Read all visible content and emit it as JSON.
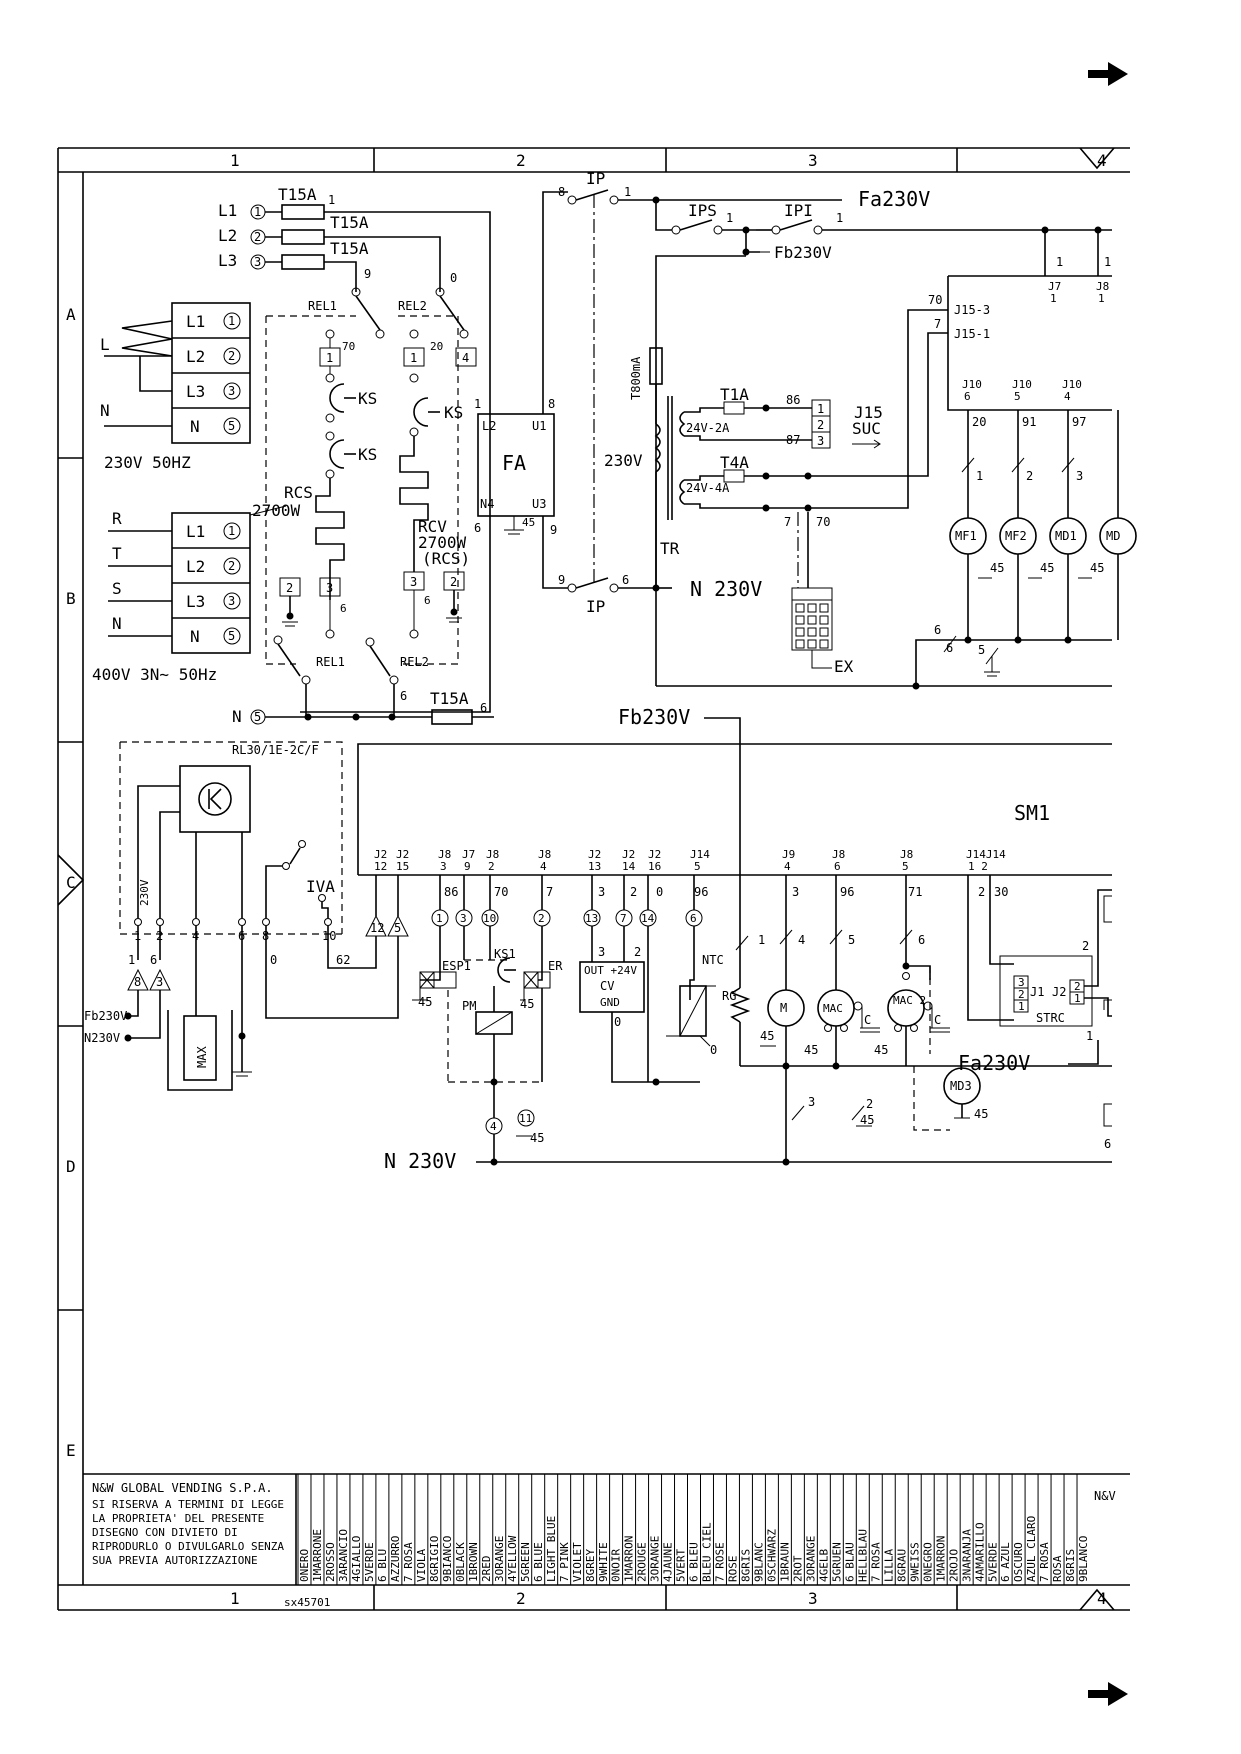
{
  "page": {
    "background": "#ffffff",
    "line_color": "#000000"
  },
  "nav": {
    "next_arrow_icon": "arrow-right-icon"
  },
  "grid": {
    "columns": [
      "1",
      "2",
      "3",
      "4"
    ],
    "rows": [
      "A",
      "B",
      "C",
      "D",
      "E"
    ]
  },
  "supply": {
    "fuse_main": [
      "T15A",
      "T15A",
      "T15A"
    ],
    "phase_labels": [
      "L1",
      "L2",
      "L3"
    ],
    "phase_numbers": [
      "1",
      "2",
      "3"
    ],
    "block230": {
      "left_l": "L",
      "left_n": "N",
      "terms": [
        "L1",
        "L2",
        "L3",
        "N"
      ],
      "nums": [
        "1",
        "2",
        "3",
        "5"
      ],
      "label": "230V 50HZ"
    },
    "block400": {
      "left": [
        "R",
        "T",
        "S",
        "N"
      ],
      "terms": [
        "L1",
        "L2",
        "L3",
        "N"
      ],
      "nums": [
        "1",
        "2",
        "3",
        "5"
      ],
      "label": "400V 3N∼ 50Hz"
    },
    "neutral_label": "N",
    "neutral_num": "5",
    "fuse_neutral": "T15A",
    "wire_nums": {
      "w1": "1",
      "w9": "9",
      "w0": "0",
      "w6a": "6",
      "w6b": "6"
    }
  },
  "relays": {
    "rel1": "REL1",
    "rel2": "REL2",
    "rel1_bottom": "REL1",
    "rel2_bottom": "REL2",
    "ks": "KS",
    "rcs": "RCS",
    "rcs_power": "2700W",
    "rcv": "RCV",
    "rcv_power": "2700W",
    "rcv_note": "(RCS)",
    "sq": [
      "1",
      "1",
      "4",
      "2",
      "3",
      "3",
      "2"
    ],
    "nums": {
      "n70": "70",
      "n20": "20",
      "n6a": "6",
      "n6b": "6",
      "n6c": "6"
    }
  },
  "fa": {
    "name": "FA",
    "l2": "L2",
    "u1": "U1",
    "n4": "N4",
    "u3": "U3",
    "n1": "1",
    "n8": "8",
    "n9": "9",
    "n45": "45"
  },
  "ip_switch": {
    "top": "IP",
    "bottom": "IP",
    "t8": "8",
    "t1": "1",
    "b9": "9",
    "b6": "6"
  },
  "ips_ipi": {
    "ips": "IPS",
    "ipi": "IPI",
    "n1a": "1",
    "n1b": "1",
    "fa230": "Fa230V",
    "fb230": "Fb230V"
  },
  "transformer": {
    "fuse_primary": "T800mA",
    "primary_v": "230V",
    "name": "TR",
    "sec1": "24V-2A",
    "sec2": "24V-4A",
    "fuse_s1": "T1A",
    "fuse_s2": "T4A",
    "n86": "86",
    "n87": "87",
    "n7": "7",
    "n70": "70",
    "j15_pins": [
      "1",
      "2",
      "3"
    ],
    "j15": "J15",
    "suc": "SUC",
    "ex": "EX",
    "n230": "N 230V"
  },
  "right_board": {
    "conn": [
      "J15-3",
      "J15-1"
    ],
    "n70": "70",
    "n7": "7",
    "j7": "J7",
    "j7n": "1",
    "j8": "J8",
    "j8n": "1",
    "t1a": "1",
    "t1b": "1",
    "j10": [
      {
        "j": "J10",
        "p": "6",
        "w": "20"
      },
      {
        "j": "J10",
        "p": "5",
        "w": "91"
      },
      {
        "j": "J10",
        "p": "4",
        "w": "97"
      }
    ],
    "slash": [
      "1",
      "2",
      "3"
    ],
    "motors": [
      "MF1",
      "MF2",
      "MD1",
      "MD"
    ],
    "g45": [
      "45",
      "45",
      "45"
    ],
    "n6a": "6",
    "n6b": "6",
    "n5": "5"
  },
  "lower": {
    "fb230": "Fb230V",
    "sm1": "SM1",
    "rl30": "RL30/1E-2C/F",
    "iva": "IVA",
    "rl_v": "230V",
    "rl_pins": [
      "1",
      "2",
      "4",
      "6",
      "8",
      "10"
    ],
    "rl_nums": {
      "n0": "0",
      "n62": "62",
      "n1": "1",
      "n6": "6"
    },
    "tri": [
      "8",
      "3",
      "12",
      "5"
    ],
    "fb_label": "Fb230V",
    "n_label": "N230V",
    "max": "MAX",
    "headers": [
      {
        "j": "J2",
        "p": "12"
      },
      {
        "j": "J2",
        "p": "15"
      },
      {
        "j": "J8",
        "p": "3"
      },
      {
        "j": "J7",
        "p": "9"
      },
      {
        "j": "J8",
        "p": "2"
      },
      {
        "j": "J8",
        "p": "4"
      },
      {
        "j": "J2",
        "p": "13"
      },
      {
        "j": "J2",
        "p": "14"
      },
      {
        "j": "J2",
        "p": "16"
      },
      {
        "j": "J14",
        "p": "5"
      },
      {
        "j": "J9",
        "p": "4"
      },
      {
        "j": "J8",
        "p": "6"
      },
      {
        "j": "J8",
        "p": "5"
      },
      {
        "j": "J14J14",
        "p": "1  2"
      }
    ],
    "wires": [
      "86",
      "70",
      "7",
      "3",
      "2",
      "0",
      "96",
      "3",
      "96",
      "71",
      "2",
      "30"
    ],
    "circles": [
      "1",
      "3",
      "10",
      "2",
      "13",
      "7",
      "14",
      "6"
    ],
    "esp1": "ESP1",
    "ks1": "KS1",
    "er": "ER",
    "pm": "PM",
    "cv": "CV",
    "cv_out": "OUT +24V",
    "cv_gnd": "GND",
    "cv3": "3",
    "cv2": "2",
    "cv0": "0",
    "ntc": "NTC",
    "rg": "RG",
    "m": "M",
    "mac": "MAC",
    "mac2": "MAC 2",
    "c": "C",
    "md3": "MD3",
    "strc": "STRC",
    "j1": "J1",
    "j2": "J2",
    "strc_pins": [
      "3",
      "2",
      "1"
    ],
    "strc_pins2": [
      "2",
      "1"
    ],
    "fa230": "Fa230V",
    "n230": "N 230V",
    "g45": "45",
    "c4": "4",
    "c11": "11",
    "slash": [
      "1",
      "4",
      "5",
      "6",
      "3",
      "2"
    ],
    "misc": {
      "n0": "0",
      "n2": "2",
      "n1": "1",
      "n6": "6"
    }
  },
  "footer": {
    "company": "N&W GLOBAL VENDING S.P.A.",
    "notice": [
      "SI RISERVA A TERMINI DI LEGGE",
      "LA PROPRIETA' DEL PRESENTE",
      "DISEGNO CON DIVIETO DI",
      "RIPRODURLO O DIVULGARLO SENZA",
      "SUA PREVIA AUTORIZZAZIONE"
    ],
    "code": "sx45701",
    "logo": "N&V",
    "colors": [
      "0NERO",
      "1MARRONE",
      "2ROSSO",
      "3ARANCIO",
      "4GIALLO",
      "5VERDE",
      "6 BLU",
      "  AZZURRO",
      "7 ROSA",
      "  VIOLA",
      "8GRIGIO",
      "9BIANCO",
      "0BLACK",
      "1BROWN",
      "2RED",
      "3ORANGE",
      "4YELLOW",
      "5GREEN",
      "6 BLUE",
      "  LIGHT BLUE",
      "7 PINK",
      "  VIOLET",
      "8GREY",
      "9WHITE",
      "0NOIR",
      "1MARRON",
      "2ROUGE",
      "3ORANGE",
      "4JAUNE",
      "5VERT",
      "6 BLEU",
      "  BLEU CIEL",
      "7 ROSE",
      "  ROSE",
      "8GRIS",
      "9BLANC",
      "0SCHWARZ",
      "1BRAUN",
      "2ROT",
      "3ORANGE",
      "4GELB",
      "5GRUEN",
      "6 BLAU",
      "  HELLBLAU",
      "7 ROSA",
      "  LILLA",
      "8GRAU",
      "9WEISS",
      "0NEGRO",
      "1MARRON",
      "2ROJO",
      "3NARANJA",
      "4AMARILLO",
      "5VERDE",
      "6 AZUL",
      "  OSCURO",
      "  AZUL CLARO",
      "7 ROSA",
      "  ROSA",
      "8GRIS",
      "9BLANCO"
    ]
  }
}
